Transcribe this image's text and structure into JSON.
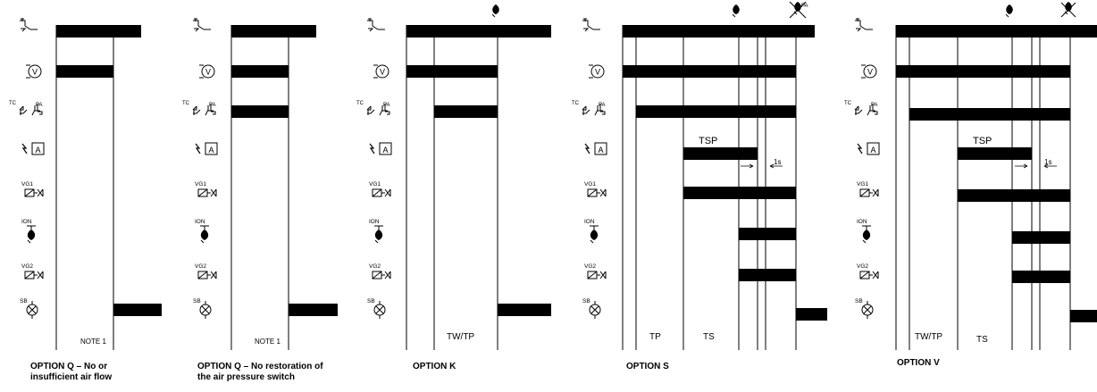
{
  "icon_labels": {
    "tc": "TC",
    "pa": "PA",
    "vg1": "VG1",
    "ion": "ION",
    "vg2": "VG2",
    "sb": "SB",
    "a_box": "A"
  },
  "diagram": {
    "signal_rows": [
      "T",
      "V",
      "TC / PA",
      "A",
      "VG1",
      "ION",
      "VG2",
      "SB"
    ],
    "flame_symbol": "flame-icon",
    "pa_crossed_symbol": "crossed-pa-flame-icon"
  },
  "panels": [
    {
      "id": "q1",
      "title": "OPTION Q – No or\ninsufficient air flow",
      "bottom_labels": [
        "NOTE 1"
      ]
    },
    {
      "id": "q2",
      "title": "OPTION Q – No restoration of\nthe air pressure switch",
      "bottom_labels": [
        "NOTE 1"
      ]
    },
    {
      "id": "k",
      "title": "OPTION K",
      "bottom_labels": [
        "TW/TP"
      ]
    },
    {
      "id": "s",
      "title": "OPTION S",
      "bottom_labels": [
        "TP",
        "TS"
      ],
      "inline_labels": [
        "TSP",
        "1s"
      ]
    },
    {
      "id": "v",
      "title": "OPTION V",
      "bottom_labels": [
        "TW/TP",
        "TS"
      ],
      "inline_labels": [
        "TSP",
        "1s"
      ]
    }
  ]
}
